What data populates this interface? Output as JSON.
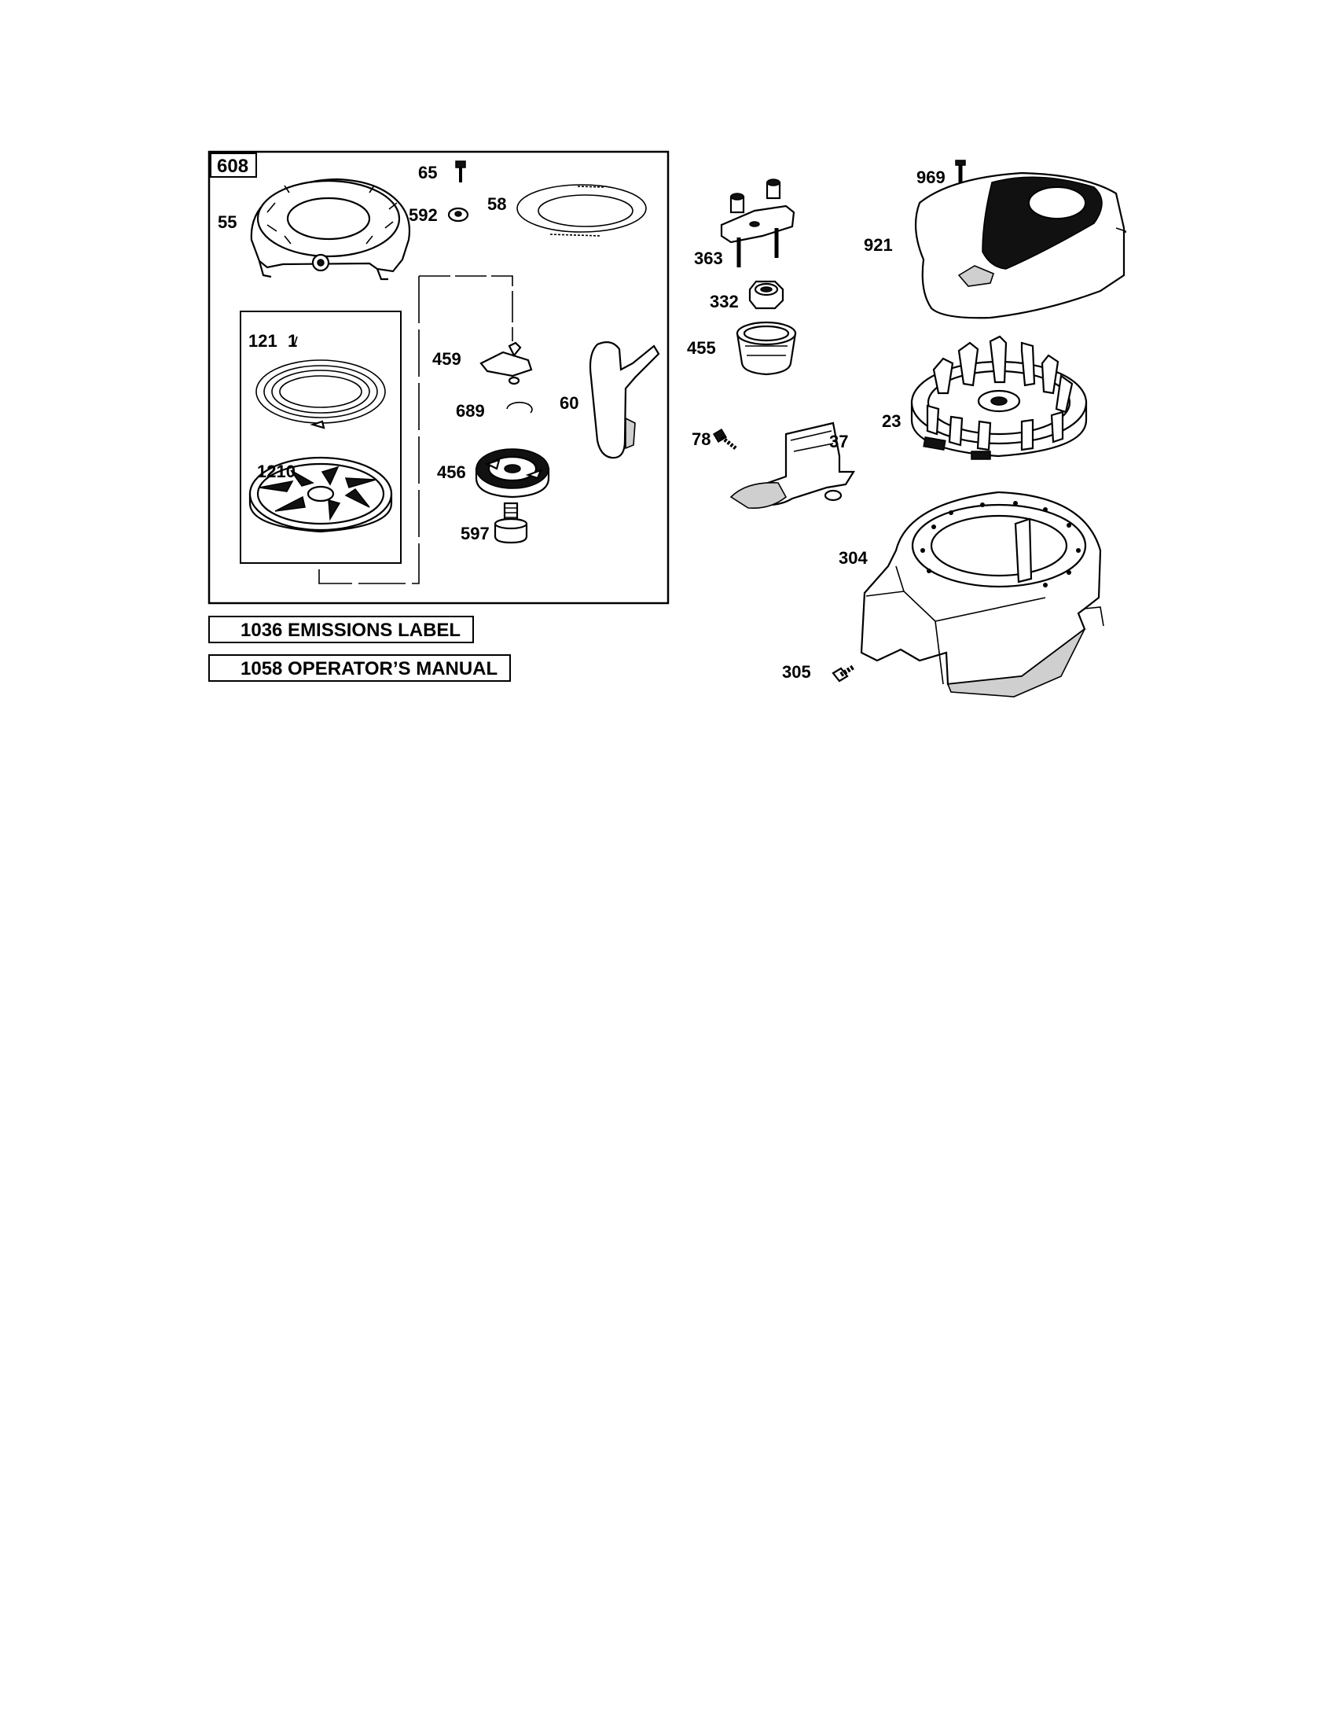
{
  "kit": {
    "number": "608"
  },
  "parts": {
    "p65": "65",
    "p55": "55",
    "p592": "592",
    "p58": "58",
    "p121": "121",
    "p1": "1",
    "p459": "459",
    "p60": "60",
    "p689": "689",
    "p1210": "1210",
    "p456": "456",
    "p597": "597",
    "p363": "363",
    "p332": "332",
    "p455": "455",
    "p78": "78",
    "p37": "37",
    "p969": "969",
    "p921": "921",
    "p23": "23",
    "p304": "304",
    "p305": "305"
  },
  "labels": {
    "emissions": "1036 EMISSIONS LABEL",
    "manual": "1058 OPERATOR’S MANUAL"
  }
}
